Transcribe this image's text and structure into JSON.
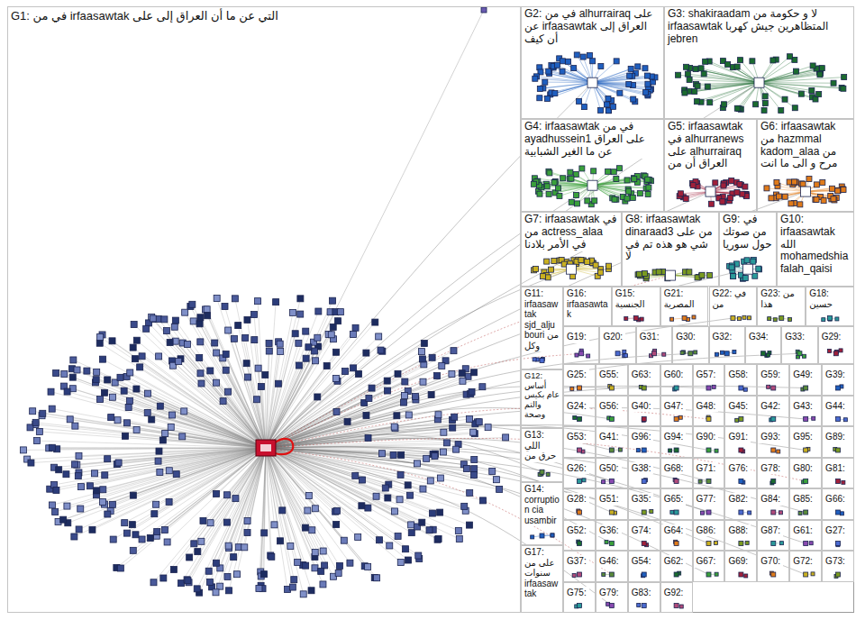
{
  "diagram": {
    "nodes": [
      {
        "text": [
          "G1: في من irfaasawtak التي عن ما أن العراق إلى على"
        ]
      },
      {
        "text": [
          "G2: في من alhurrairaq على عن irfaasawtak العراق إلى أن كيف"
        ]
      },
      {
        "text": [
          "G3: shakiraadam لا و حكومة من irfaasawtak المتظاهرين جيش كهربا jebren"
        ]
      },
      {
        "text": [
          "G4: irfaasawtak في من ayadhussein1 على العراق عن ما الغير الشبابية"
        ]
      },
      {
        "text": [
          "G5: irfaasawtak في alhurranews على alhurrairaq العراق أن من"
        ]
      },
      {
        "text": [
          "G6: irfaasawtak من hazmmal kadom_alaa من مرح و الى ما انت"
        ]
      },
      {
        "text": [
          "G7: irfaasawtak في من actress_alaa في الأمر بلادنا"
        ]
      },
      {
        "text": [
          "G8: irfaasawtak dinaraad3 من على شي هو هذه تم في لا"
        ]
      },
      {
        "text": [
          "G9: في من صوتك حول سوريا"
        ]
      },
      {
        "text": [
          "G10: irfaasawtak الله mohamedshia falah_qaisi"
        ]
      },
      {
        "text": [
          "G11: irfaasawtak sjd_aljubouri من وكل"
        ]
      },
      {
        "text": [
          "G12: أساس عام بكيس والتم وصحة"
        ]
      },
      {
        "text": [
          "G13: اللي حرق من"
        ]
      },
      {
        "text": [
          "G14: corruption cia usambir"
        ]
      },
      {
        "text": [
          "G17: على من سنوات irfaasawtak"
        ]
      },
      {
        "text": [
          "G16: irfaasawtak"
        ]
      },
      {
        "text": [
          "G15: الجنسية"
        ]
      },
      {
        "text": [
          "G21: المصرية"
        ]
      },
      {
        "text": [
          "G22: في من"
        ]
      },
      {
        "text": [
          "G23: من هذا"
        ]
      },
      {
        "text": [
          "G18: حسين"
        ]
      },
      {
        "text": [
          "G19:"
        ]
      },
      {
        "text": [
          "G20:"
        ]
      },
      {
        "text": [
          "G31:"
        ]
      },
      {
        "text": [
          "G30:"
        ]
      },
      {
        "text": [
          "G32:"
        ]
      },
      {
        "text": [
          "G34:"
        ]
      },
      {
        "text": [
          "G33:"
        ]
      },
      {
        "text": [
          "G29:"
        ]
      },
      {
        "text": [
          "G25:"
        ]
      },
      {
        "text": [
          "G55:"
        ]
      },
      {
        "text": [
          "G63:"
        ]
      },
      {
        "text": [
          "G60:"
        ]
      },
      {
        "text": [
          "G57:"
        ]
      },
      {
        "text": [
          "G58:"
        ]
      },
      {
        "text": [
          "G59:"
        ]
      },
      {
        "text": [
          "G49:"
        ]
      },
      {
        "text": [
          "G39:"
        ]
      },
      {
        "text": [
          "G24:"
        ]
      },
      {
        "text": [
          "G56:"
        ]
      },
      {
        "text": [
          "G40:"
        ]
      },
      {
        "text": [
          "G47:"
        ]
      },
      {
        "text": [
          "G48:"
        ]
      },
      {
        "text": [
          "G45:"
        ]
      },
      {
        "text": [
          "G42:"
        ]
      },
      {
        "text": [
          "G43:"
        ]
      },
      {
        "text": [
          "G44:"
        ]
      },
      {
        "text": [
          "G53:"
        ]
      },
      {
        "text": [
          "G41:"
        ]
      },
      {
        "text": [
          "G96:"
        ]
      },
      {
        "text": [
          "G94:"
        ]
      },
      {
        "text": [
          "G90:"
        ]
      },
      {
        "text": [
          "G91:"
        ]
      },
      {
        "text": [
          "G93:"
        ]
      },
      {
        "text": [
          "G95:"
        ]
      },
      {
        "text": [
          "G89:"
        ]
      },
      {
        "text": [
          "G26:"
        ]
      },
      {
        "text": [
          "G50:"
        ]
      },
      {
        "text": [
          "G38:"
        ]
      },
      {
        "text": [
          "G68:"
        ]
      },
      {
        "text": [
          "G71:"
        ]
      },
      {
        "text": [
          "G76:"
        ]
      },
      {
        "text": [
          "G78:"
        ]
      },
      {
        "text": [
          "G80:"
        ]
      },
      {
        "text": [
          "G81:"
        ]
      },
      {
        "text": [
          "G28:"
        ]
      },
      {
        "text": [
          "G51:"
        ]
      },
      {
        "text": [
          "G35:"
        ]
      },
      {
        "text": [
          "G65:"
        ]
      },
      {
        "text": [
          "G77:"
        ]
      },
      {
        "text": [
          "G82:"
        ]
      },
      {
        "text": [
          "G84:"
        ]
      },
      {
        "text": [
          "G85:"
        ]
      },
      {
        "text": [
          "G66:"
        ]
      },
      {
        "text": [
          "G52:"
        ]
      },
      {
        "text": [
          "G36:"
        ]
      },
      {
        "text": [
          "G74:"
        ]
      },
      {
        "text": [
          "G64:"
        ]
      },
      {
        "text": [
          "G86:"
        ]
      },
      {
        "text": [
          "G88:"
        ]
      },
      {
        "text": [
          "G87:"
        ]
      },
      {
        "text": [
          "G61:"
        ]
      },
      {
        "text": [
          "G27:"
        ]
      },
      {
        "text": [
          "G37:"
        ]
      },
      {
        "text": [
          "G46:"
        ]
      },
      {
        "text": [
          "G54:"
        ]
      },
      {
        "text": [
          "G62:"
        ]
      },
      {
        "text": [
          "G67:"
        ]
      },
      {
        "text": [
          "G69:"
        ]
      },
      {
        "text": [
          "G70:"
        ]
      },
      {
        "text": [
          "G72:"
        ]
      },
      {
        "text": [
          "G73:"
        ]
      },
      {
        "text": [
          "G75:"
        ]
      },
      {
        "text": [
          "G79:"
        ]
      },
      {
        "text": [
          "G83:"
        ]
      },
      {
        "text": [
          "G92:"
        ]
      }
    ]
  }
}
